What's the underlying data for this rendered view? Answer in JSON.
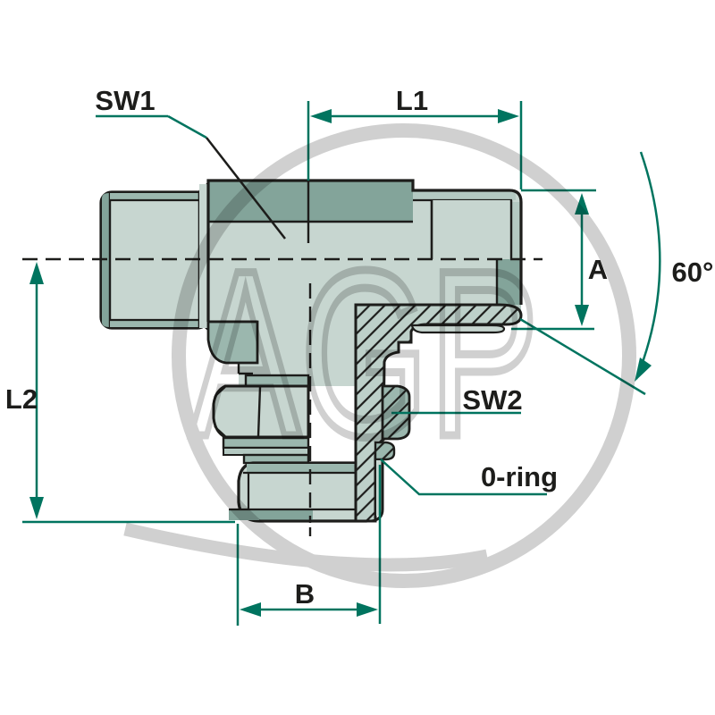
{
  "diagram": {
    "type": "technical-drawing",
    "subject": "tee adapter fitting, half-section side view",
    "labels": {
      "sw1": "SW1",
      "l1": "L1",
      "a": "A",
      "angle": "60°",
      "l2": "L2",
      "sw2": "SW2",
      "oring": "0-ring",
      "b": "B"
    },
    "watermark": {
      "text": "AGP"
    }
  },
  "palette": {
    "ink": "#1d1d1b",
    "teal": "#00745f",
    "light": "#c7d6d0",
    "mid": "#9bb7ae",
    "dark": "#83a49a",
    "midlight": "#b4c9c2",
    "hatchbg": "#bdd0c9",
    "wm": "#d0d0d0"
  }
}
